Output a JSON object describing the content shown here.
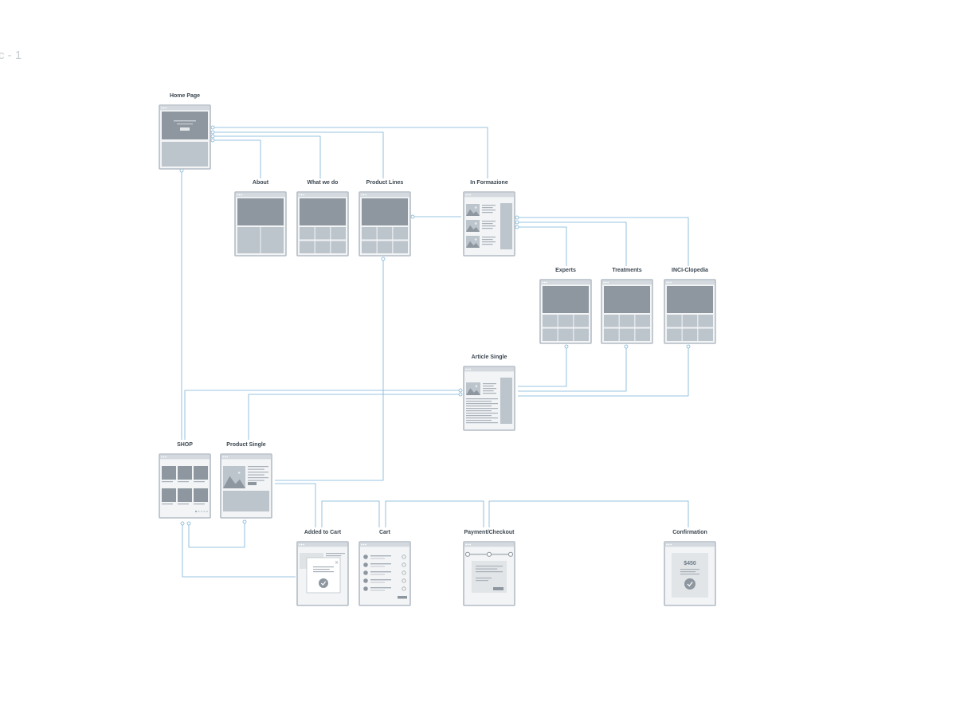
{
  "canvas": {
    "label": "c - 1"
  },
  "frames": [
    {
      "id": "home",
      "label": "Home Page",
      "variant": "home"
    },
    {
      "id": "about",
      "label": "About",
      "variant": "about"
    },
    {
      "id": "whatwedo",
      "label": "What we do",
      "variant": "grid"
    },
    {
      "id": "productlines",
      "label": "Product Lines",
      "variant": "grid"
    },
    {
      "id": "informazione",
      "label": "In Formazione",
      "variant": "blog"
    },
    {
      "id": "experts",
      "label": "Experts",
      "variant": "grid"
    },
    {
      "id": "treatments",
      "label": "Treatments",
      "variant": "grid"
    },
    {
      "id": "inciclopedia",
      "label": "INCI-Clopedia",
      "variant": "grid"
    },
    {
      "id": "article",
      "label": "Article Single",
      "variant": "article"
    },
    {
      "id": "shop",
      "label": "SHOP",
      "variant": "shop"
    },
    {
      "id": "productsingle",
      "label": "Product Single",
      "variant": "product"
    },
    {
      "id": "addedtocart",
      "label": "Added to Cart",
      "variant": "modal"
    },
    {
      "id": "cart",
      "label": "Cart",
      "variant": "cart"
    },
    {
      "id": "checkout",
      "label": "Payment/Checkout",
      "variant": "checkout"
    },
    {
      "id": "confirmation",
      "label": "Confirmation",
      "variant": "confirmation",
      "price": "$450"
    }
  ],
  "connections": [
    {
      "from": "home",
      "to": "about"
    },
    {
      "from": "home",
      "to": "whatwedo"
    },
    {
      "from": "home",
      "to": "productlines"
    },
    {
      "from": "home",
      "to": "informazione"
    },
    {
      "from": "home",
      "to": "shop"
    },
    {
      "from": "productlines",
      "to": "informazione"
    },
    {
      "from": "productlines",
      "to": "productsingle"
    },
    {
      "from": "informazione",
      "to": "experts"
    },
    {
      "from": "informazione",
      "to": "treatments"
    },
    {
      "from": "informazione",
      "to": "inciclopedia"
    },
    {
      "from": "experts",
      "to": "article"
    },
    {
      "from": "treatments",
      "to": "article"
    },
    {
      "from": "inciclopedia",
      "to": "article"
    },
    {
      "from": "article",
      "to": "shop"
    },
    {
      "from": "article",
      "to": "productsingle"
    },
    {
      "from": "shop",
      "to": "productsingle"
    },
    {
      "from": "shop",
      "to": "addedtocart"
    },
    {
      "from": "productsingle",
      "to": "addedtocart"
    },
    {
      "from": "addedtocart",
      "to": "cart"
    },
    {
      "from": "cart",
      "to": "checkout"
    },
    {
      "from": "checkout",
      "to": "confirmation"
    }
  ]
}
